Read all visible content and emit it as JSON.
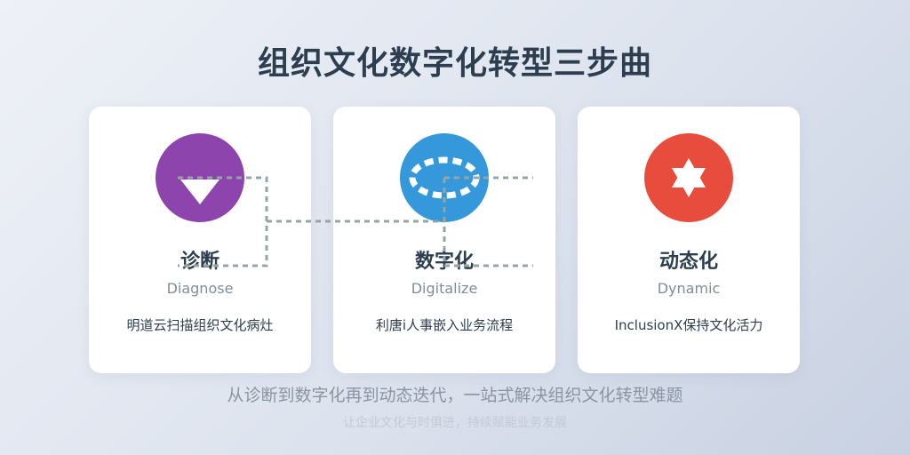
{
  "title": "组织文化数字化转型三步曲",
  "steps": [
    {
      "title": "诊断",
      "subtitle": "Diagnose",
      "description": "明道云扫描组织文化病灶",
      "color": "#8e44ad",
      "icon": "down-triangle-icon"
    },
    {
      "title": "数字化",
      "subtitle": "Digitalize",
      "description": "利唐i人事嵌入业务流程",
      "color": "#3498db",
      "icon": "dashed-ring-icon"
    },
    {
      "title": "动态化",
      "subtitle": "Dynamic",
      "description": "InclusionX保持文化活力",
      "color": "#e74c3c",
      "icon": "star-of-david-icon"
    }
  ],
  "footer": {
    "main": "从诊断到数字化再到动态迭代，一站式解决组织文化转型难题",
    "sub": "让企业文化与时俱进，持续赋能业务发展"
  },
  "connector_color": "#95a5a6"
}
